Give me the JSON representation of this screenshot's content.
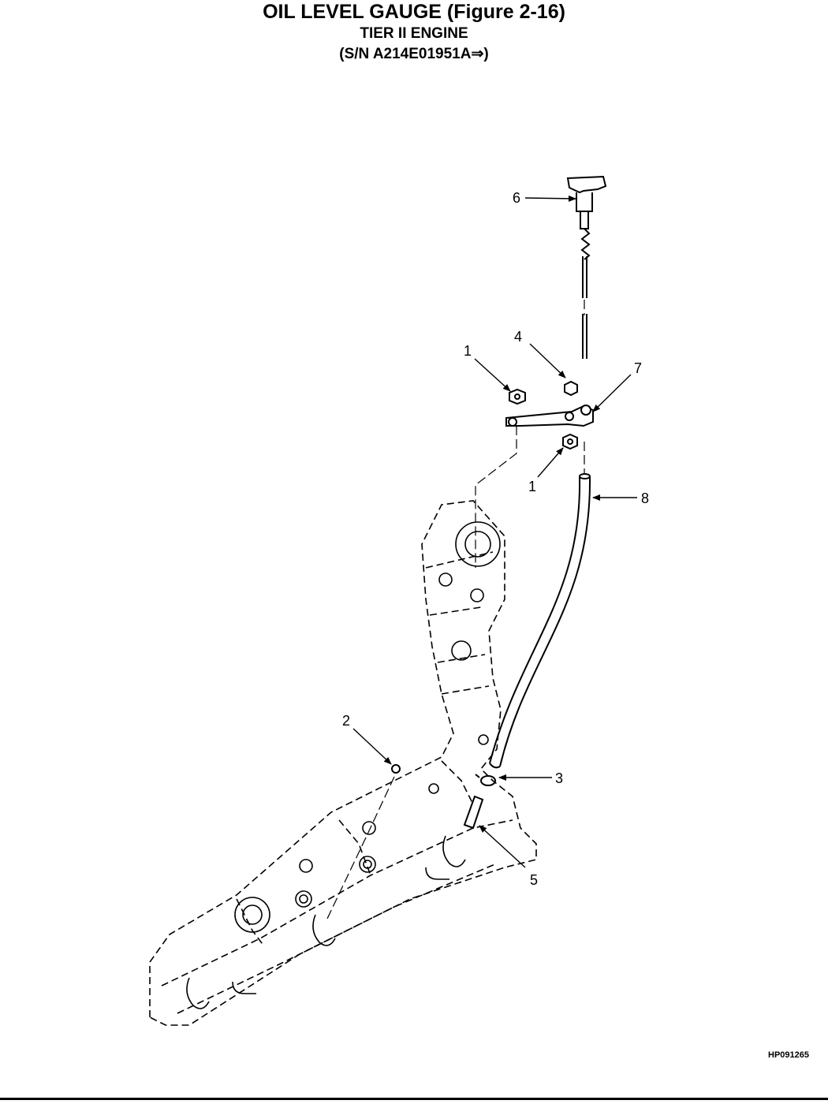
{
  "header": {
    "title": "OIL LEVEL GAUGE (Figure 2-16)",
    "subtitle1": "TIER II ENGINE",
    "subtitle2": "(S/N A214E01951A⇒)"
  },
  "callouts": {
    "c6": "6",
    "c4": "4",
    "c1a": "1",
    "c7": "7",
    "c1b": "1",
    "c8": "8",
    "c2": "2",
    "c3": "3",
    "c5": "5"
  },
  "figure_ref": "HP091265"
}
